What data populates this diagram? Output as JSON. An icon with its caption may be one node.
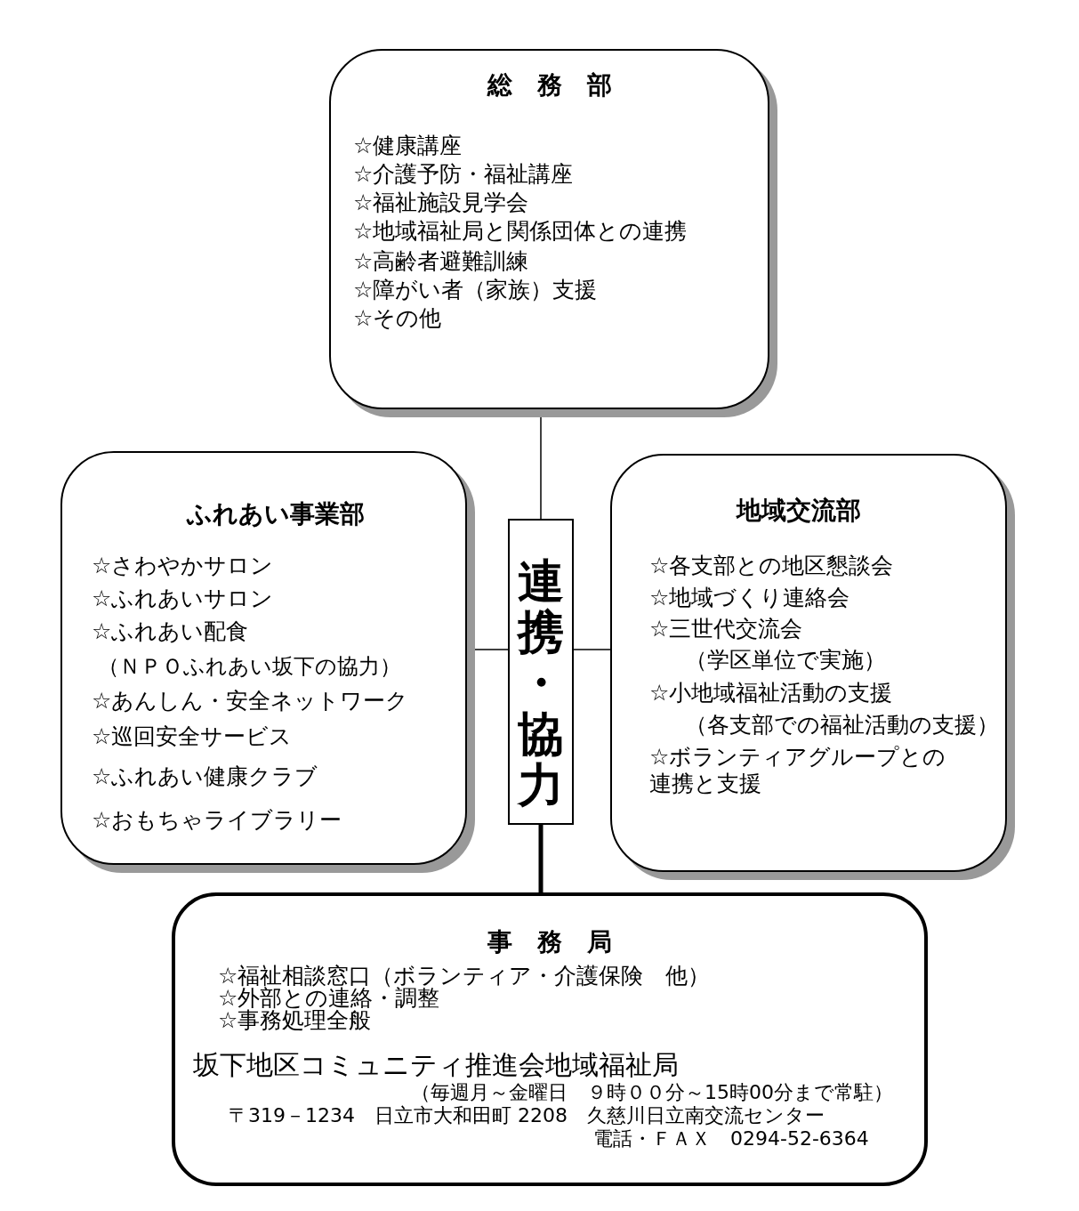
{
  "diagram": {
    "nodes": [
      {
        "text": [
          "総　務　部",
          "☆健康講座",
          "☆介護予防・福祉講座",
          "☆福祉施設見学会",
          "☆地域福祉局と関係団体との連携",
          "☆高齢者避難訓練",
          "☆障がい者（家族）支援",
          "☆その他"
        ]
      },
      {
        "text": [
          "ふれあい事業部",
          "☆さわやかサロン",
          "☆ふれあいサロン",
          "☆ふれあい配食",
          "（ＮＰＯふれあい坂下の協力）",
          "☆あんしん・安全ネットワーク",
          "☆巡回安全サービス",
          "☆ふれあい健康クラブ",
          "☆おもちゃライブラリー"
        ]
      },
      {
        "text": [
          "連携・協力"
        ]
      },
      {
        "text": [
          "地域交流部",
          "☆各支部との地区懇談会",
          "☆地域づくり連絡会",
          "☆三世代交流会",
          "（学区単位で実施）",
          "☆小地域福祉活動の支援",
          "（各支部での福祉活動の支援）",
          "☆ボランティアグループとの連携と支援"
        ]
      },
      {
        "text": [
          "事　務　局",
          "☆福祉相談窓口（ボランティア・介護保険　他）",
          "☆外部との連絡・調整",
          "☆事務処理全般",
          "坂下地区コミュニティ推進会地域福祉局",
          "（毎週月～金曜日　９時００分～15時00分まで常駐）",
          "〒319－1234　日立市大和田町 2208　久慈川日立南交流センター",
          "電話・ＦＡＸ　0294-52-6364"
        ]
      }
    ],
    "edges": [
      {
        "from": 0,
        "to": 2,
        "arrow": "none"
      },
      {
        "from": 1,
        "to": 2,
        "arrow": "none"
      },
      {
        "from": 2,
        "to": 3,
        "arrow": "none"
      },
      {
        "from": 2,
        "to": 4,
        "arrow": "none",
        "style": "thick"
      }
    ]
  }
}
